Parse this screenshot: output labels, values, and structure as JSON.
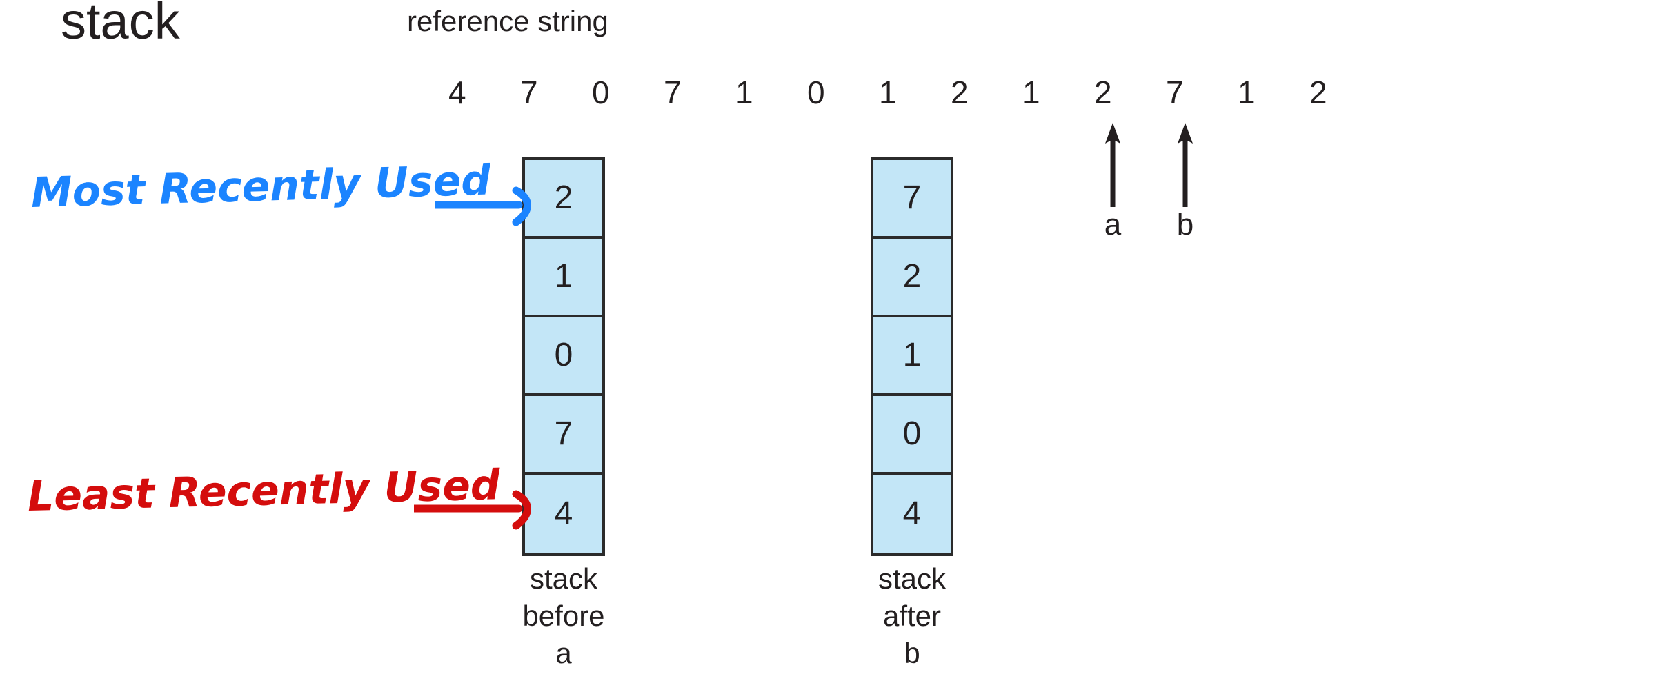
{
  "titles": {
    "stack": "stack",
    "reference_string": "reference string"
  },
  "reference_string": {
    "label": "reference string",
    "values": [
      "4",
      "7",
      "0",
      "7",
      "1",
      "0",
      "1",
      "2",
      "1",
      "2",
      "7",
      "1",
      "2"
    ]
  },
  "pointers": [
    {
      "name": "a",
      "label": "a",
      "points_to_index": 9,
      "points_to_value": "2"
    },
    {
      "name": "b",
      "label": "b",
      "points_to_index": 10,
      "points_to_value": "7"
    }
  ],
  "stacks": [
    {
      "id": "before",
      "caption_line1": "stack",
      "caption_line2": "before",
      "caption_line3": "a",
      "cells": [
        "2",
        "1",
        "0",
        "7",
        "4"
      ]
    },
    {
      "id": "after",
      "caption_line1": "stack",
      "caption_line2": "after",
      "caption_line3": "b",
      "cells": [
        "7",
        "2",
        "1",
        "0",
        "4"
      ]
    }
  ],
  "annotations": [
    {
      "id": "mru",
      "text": "Most Recently Used",
      "color": "#1b84ff",
      "targets": "top of stack before a"
    },
    {
      "id": "lru",
      "text": "Least Recently Used",
      "color": "#d40d0d",
      "targets": "bottom of stack before a"
    }
  ],
  "colors": {
    "cell_fill": "#c3e6f7",
    "cell_border": "#2b2b2b",
    "text": "#231f20",
    "mru_blue": "#1b84ff",
    "lru_red": "#d40d0d",
    "background": "#ffffff"
  }
}
